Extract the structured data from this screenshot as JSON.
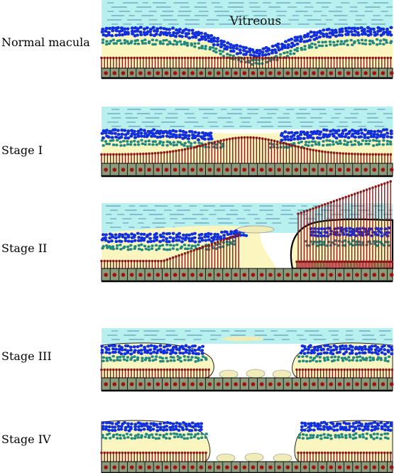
{
  "labels": {
    "vitreous": "Vitreous",
    "stages": [
      "Normal macula",
      "Stage I",
      "Stage II",
      "Stage III",
      "Stage IV"
    ]
  },
  "colors": {
    "vitreous": "#b8f0f0",
    "vitreous_lines": "#4a8aa8",
    "nerve_fiber": "#1030e0",
    "ganglion": "#208a80",
    "inner_retina": "#fbf5c0",
    "photoreceptor": "#8a1818",
    "rpe_cell": "#8a9a7a",
    "rpe_nucleus": "#a01010",
    "outline": "#000000",
    "operculum": "#f0ecb8"
  }
}
